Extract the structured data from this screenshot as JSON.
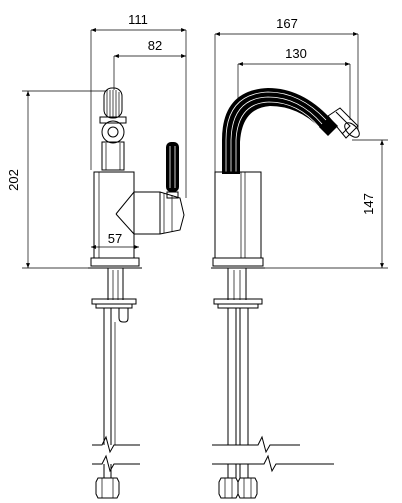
{
  "dimensions": {
    "left_width_total": "111",
    "left_width_inner": "82",
    "left_height_total": "202",
    "left_base_offset": "57",
    "right_width_total": "167",
    "right_spout_reach": "130",
    "right_spout_height": "147"
  }
}
